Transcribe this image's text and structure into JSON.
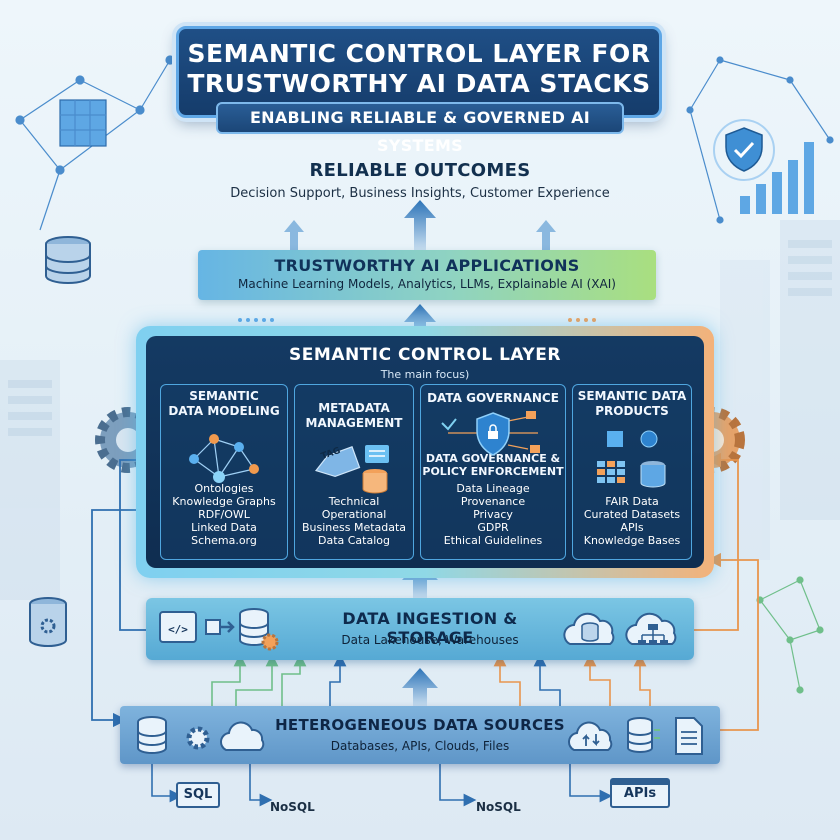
{
  "title": {
    "line1": "SEMANTIC CONTROL LAYER FOR",
    "line2": "TRUSTWORTHY AI DATA STACKS",
    "subtitle": "ENABLING RELIABLE & GOVERNED AI SYSTEMS"
  },
  "outcomes": {
    "title": "RELIABLE OUTCOMES",
    "subtitle": "Decision Support, Business Insights, Customer Experience"
  },
  "applications": {
    "title": "TRUSTWORTHY AI APPLICATIONS",
    "subtitle": "Machine Learning Models, Analytics, LLMs, Explainable AI (XAI)"
  },
  "semantic_layer": {
    "title": "SEMANTIC CONTROL LAYER",
    "focus": "The main focus)",
    "panels": [
      {
        "heading_lines": [
          "SEMANTIC",
          "DATA MODELING"
        ],
        "items": [
          "Ontologies",
          "Knowledge Graphs",
          "RDF/OWL",
          "Linked Data",
          "Schema.org"
        ]
      },
      {
        "heading_lines": [
          "METADATA",
          "MANAGEMENT"
        ],
        "tag_label": "TAG",
        "items": [
          "Technical",
          "Operational",
          "Business Metadata",
          "Data Catalog"
        ]
      },
      {
        "heading_lines": [
          "DATA GOVERNANCE"
        ],
        "subheading_lines": [
          "DATA GOVERNANCE &",
          "POLICY ENFORCEMENT"
        ],
        "items": [
          "Data Lineage",
          "Provenance",
          "Privacy",
          "GDPR",
          "Ethical Guidelines"
        ]
      },
      {
        "heading_lines": [
          "SEMANTIC DATA",
          "PRODUCTS"
        ],
        "items": [
          "FAIR Data",
          "Curated Datasets",
          "APIs",
          "Knowledge Bases"
        ]
      }
    ]
  },
  "ingestion": {
    "title": "DATA INGESTION & STORAGE",
    "subtitle": "Data Lakehouse, Warehouses"
  },
  "sources": {
    "title": "HETEROGENEOUS DATA SOURCES",
    "subtitle": "Databases, APIs, Clouds, Files"
  },
  "bottom_labels": {
    "sql": "SQL",
    "nosql_left": "NoSQL",
    "nosql_right": "NoSQL",
    "apis": "APIs"
  },
  "icons": [
    "cube-network-icon",
    "database-icon",
    "shield-check-icon",
    "bar-chart-icon",
    "gear-icon",
    "server-rack-icon",
    "network-graph-icon",
    "tag-icon",
    "document-icon",
    "lock-icon",
    "shield-lock-icon",
    "grid-icon",
    "cloud-icon",
    "cloud-database-icon",
    "cloud-network-icon",
    "code-icon",
    "file-icon",
    "cloud-sync-icon"
  ],
  "colors": {
    "navy": "#153c6b",
    "accent_blue": "#5fa7e6",
    "panel_dark": "#0f2d50",
    "orange_accent": "#f3a15a",
    "green_accent": "#a9df7f",
    "arrow_blue": "#2f6fb0"
  }
}
